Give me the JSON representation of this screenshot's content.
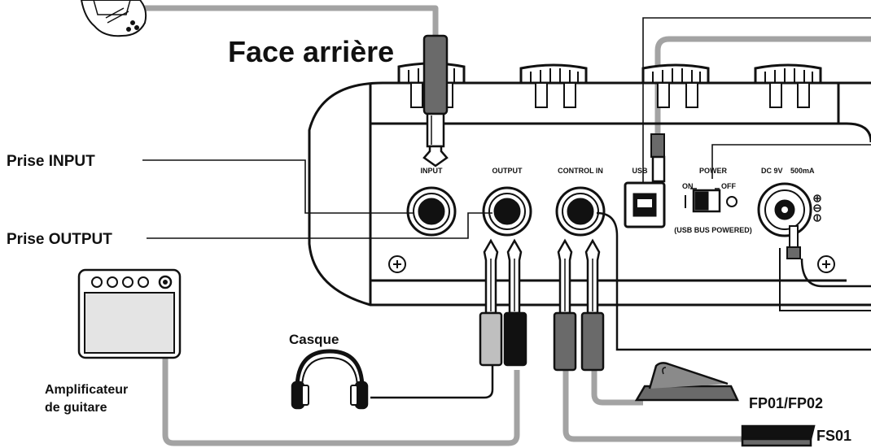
{
  "title": "Face arrière",
  "callouts": {
    "input": "Prise INPUT",
    "output": "Prise OUTPUT",
    "headphones": "Casque",
    "amp_line1": "Amplificateur",
    "amp_line2": "de guitare",
    "pedal": "FP01/FP02",
    "footswitch": "FS01"
  },
  "panel": {
    "input": "INPUT",
    "output": "OUTPUT",
    "control_in": "CONTROL IN",
    "usb": "USB",
    "power": "POWER",
    "on": "ON",
    "off": "OFF",
    "bus": "(USB BUS POWERED)",
    "dc": "DC 9V",
    "dc_ma": "500mA"
  },
  "colors": {
    "outline": "#111111",
    "cable_gray": "#a3a3a3",
    "plug_dark": "#6a6a6a",
    "plug_light": "#bfbfbf",
    "amp_fill": "#e4e4e4"
  }
}
